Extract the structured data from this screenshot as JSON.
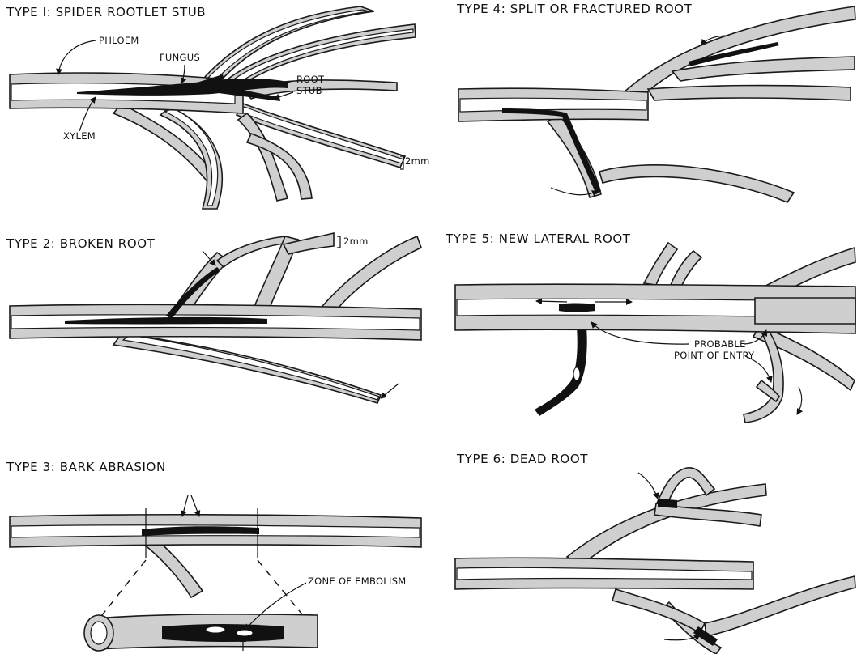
{
  "panels": [
    {
      "title": "TYPE I: SPIDER ROOTLET STUB",
      "labels": {
        "phloem": "PHLOEM",
        "fungus": "FUNGUS",
        "root": "ROOT",
        "stub": "STUB",
        "xylem": "XYLEM",
        "scale": "2mm"
      }
    },
    {
      "title": "TYPE 2: BROKEN ROOT",
      "labels": {
        "scale": "2mm"
      }
    },
    {
      "title": "TYPE 3: BARK ABRASION",
      "labels": {
        "zone": "ZONE OF EMBOLISM"
      }
    },
    {
      "title": "TYPE 4: SPLIT OR FRACTURED ROOT",
      "labels": {}
    },
    {
      "title": "TYPE 5: NEW LATERAL ROOT",
      "labels": {
        "probable": "PROBABLE",
        "entry": "POINT OF ENTRY"
      }
    },
    {
      "title": "TYPE 6: DEAD ROOT",
      "labels": {}
    }
  ]
}
